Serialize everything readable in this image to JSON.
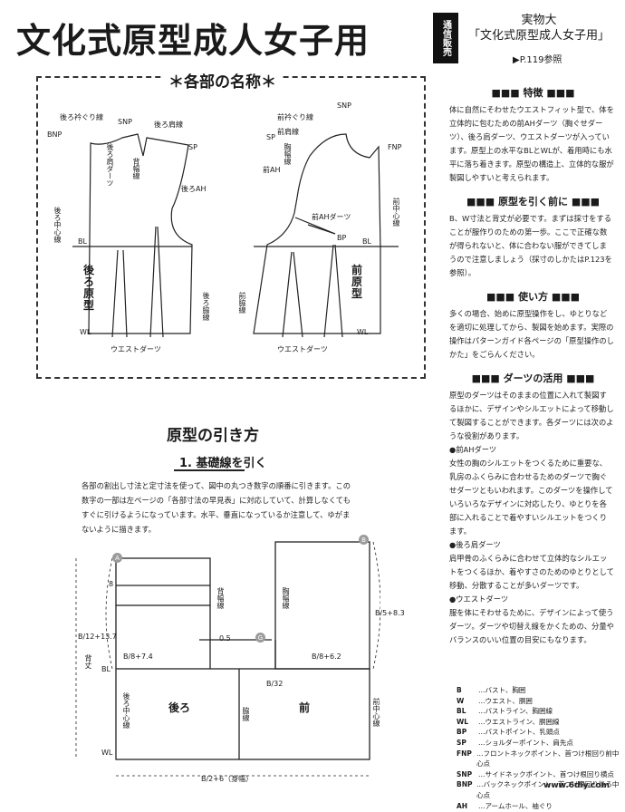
{
  "header": {
    "title": "文化式原型成人女子用",
    "mail_badge": "通信販売",
    "mail_text": "実物大\n「文化式原型成人女子用」",
    "mail_ref": "▶P.119参照"
  },
  "names_section": {
    "title": "＊各部の名称＊",
    "back_labels": {
      "neck": "後ろ衿ぐり線",
      "snp": "SNP",
      "shoulder": "後ろ肩線",
      "bnp": "BNP",
      "sp": "SP",
      "dart": "後ろ肩ダーツ",
      "width": "背幅線",
      "ah": "後ろAH",
      "center": "後ろ中心線",
      "bl": "BL",
      "body": "後ろ原型",
      "side": "後ろ脇線",
      "wl": "WL",
      "waist_dart": "ウエストダーツ"
    },
    "front_labels": {
      "neck": "前衿ぐり線",
      "snp": "SNP",
      "shoulder": "前肩線",
      "sp": "SP",
      "fnp": "FNP",
      "width": "胸幅線",
      "ah": "前AH",
      "center": "前中心線",
      "ah_dart": "前AHダーツ",
      "bp": "BP",
      "bl": "BL",
      "body": "前原型",
      "side": "前脇線",
      "wl": "WL",
      "waist_dart": "ウエストダーツ"
    }
  },
  "right_col": {
    "sections": [
      {
        "head": "■■■ 特徴 ■■■",
        "body": "体に自然にそわせたウエストフィット型で、体を立体的に包むための前AHダーツ（胸ぐせダーツ）、後ろ肩ダーツ、ウエストダーツが入っています。原型上の水平なBLとWLが、着用時にも水平に落ち着きます。原型の構造上、立体的な服が製図しやすいと考えられます。"
      },
      {
        "head": "■■■ 原型を引く前に ■■■",
        "body": "B、W寸法と背丈が必要です。まずは採寸をすることが服作りのための第一歩。ここで正確な数が得られないと、体に合わない服ができてしまうので注意しましょう（採寸のしかたはP.123を参照）。"
      },
      {
        "head": "■■■ 使い方 ■■■",
        "body": "多くの場合、始めに原型操作をし、ゆとりなどを適切に処理してから、製図を始めます。実際の操作はパターンガイド各ページの「原型操作のしかた」をごらんください。"
      },
      {
        "head": "■■■ ダーツの活用 ■■■",
        "body": "原型のダーツはそのままの位置に入れて製図するほかに、デザインやシルエットによって移動して製図することができます。各ダーツには次のような役割があります。\n●前AHダーツ\n女性の胸のシルエットをつくるために重要な、乳房のふくらみに合わせるためのダーツで胸ぐせダーツともいわれます。このダーツを操作していろいろなデザインに対応したり、ゆとりを各部に入れることで着やすいシルエットをつくります。\n●後ろ肩ダーツ\n肩甲骨のふくらみに合わせて立体的なシルエットをつくるほか、着やすさのためのゆとりとして移動、分散することが多いダーツです。\n●ウエストダーツ\n服を体にそわせるために、デザインによって使うダーツ。ダーツや切替え線をかくための、分量やバランスのいい位置の目安にもなります。"
      }
    ]
  },
  "drafting": {
    "title": "原型の引き方",
    "subtitle": "1. 基礎線を引く",
    "intro": "各部の割出し寸法と定寸法を使って、図中の丸つき数字の順番に引きます。この数字の一部は左ページの「各部寸法の早見表」に対応していて、計算しなくてもすぐに引けるようになっています。水平、垂直になっているか注意して、ゆがまないように描きます。",
    "labels": {
      "b12": "B/12+13.7",
      "b8_74": "B/8+7.4",
      "b8_62": "B/8+6.2",
      "b5": "B/5+8.3",
      "b32": "B/32",
      "half": "B/2+6（身幅）",
      "v05": "0.5",
      "v8": "8",
      "bl": "BL",
      "wl": "WL",
      "seji": "背丈",
      "usiro": "後ろ",
      "mae": "前",
      "back_center": "後ろ中心線",
      "side": "脇線",
      "front_center": "前中心線",
      "back_width": "背幅線",
      "chest_width": "胸幅線"
    },
    "circle_a": "A",
    "circle_b": "B",
    "circle_g": "G"
  },
  "legend": [
    [
      "B",
      "…バスト、胸囲"
    ],
    [
      "W",
      "…ウエスト、胴囲"
    ],
    [
      "BL",
      "…バストライン、胸囲線"
    ],
    [
      "WL",
      "…ウエストライン、胴囲線"
    ],
    [
      "BP",
      "…バストポイント、乳頭点"
    ],
    [
      "SP",
      "…ショルダーポイント、肩先点"
    ],
    [
      "FNP",
      "…フロントネックポイント、首つけ根回り前中心点"
    ],
    [
      "SNP",
      "…サイドネックポイント、首つけ根回り横点"
    ],
    [
      "BNP",
      "…バックネックポイント、首つけ根回り後ろ中心点"
    ],
    [
      "AH",
      "…アームホール、袖ぐり"
    ]
  ],
  "site": "www.6diy.com"
}
